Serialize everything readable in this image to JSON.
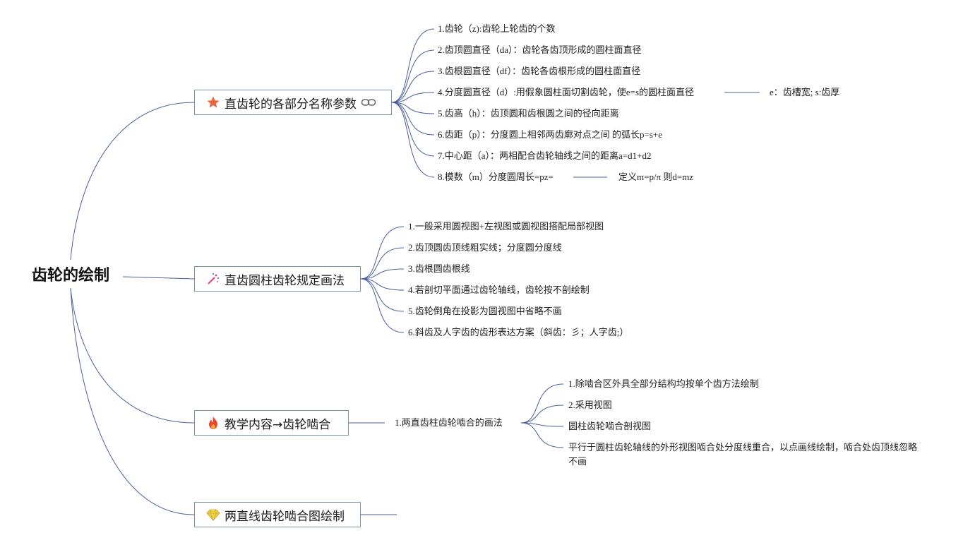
{
  "root": {
    "label": "齿轮的绘制"
  },
  "branches": [
    {
      "label": "直齿轮的各部分名称参数",
      "icon": "star-icon",
      "has_link": true,
      "leaves": [
        "1.齿轮（z):齿轮上轮齿的个数",
        "2.齿顶圆直径（da）：齿轮各齿顶形成的圆柱面直径",
        "3.齿根圆直径（df）：齿轮各齿根形成的圆柱面直径",
        "4.分度圆直径（d）:用假象圆柱面切割齿轮，使e=s的圆柱面直径",
        "5.齿高（h）：齿顶圆和齿根圆之间的径向距离",
        "6.齿距（p）：分度圆上相邻两齿廓对点之间 的弧长p=s+e",
        "7.中心距（a）：两相配合齿轮轴线之间的距离a=d1+d2",
        "8.模数（m）分度圆周长=pz="
      ],
      "extras": [
        {
          "leaf_index": 3,
          "text": "e：齿槽宽; s:齿厚"
        },
        {
          "leaf_index": 7,
          "text": "定义m=p/π 则d=mz"
        }
      ]
    },
    {
      "label": "直齿圆柱齿轮规定画法",
      "icon": "magic-wand-icon",
      "has_link": false,
      "leaves": [
        "1.一般采用圆视图+左视图或圆视图搭配局部视图",
        "2.齿顶圆齿顶线粗实线；分度圆分度线",
        "3.齿根圆齿根线",
        "4.若剖切平面通过齿轮轴线，齿轮按不剖绘制",
        "5.齿轮倒角在投影为圆视图中省略不画",
        "6.斜齿及人字齿的齿形表达方案（斜齿：彡；人字齿;）"
      ]
    },
    {
      "label": "教学内容→齿轮啮合",
      "icon": "fire-icon",
      "has_link": false,
      "sub": {
        "label": "1.两直齿柱齿轮啮合的画法",
        "leaves": [
          "1.除啮合区外具全部分结构均按单个齿方法绘制",
          "2.采用视图",
          "圆柱齿轮啮合剖视图",
          "平行于圆柱齿轮轴线的外形视图啮合处分度线重合，以点画线绘制，啮合处齿顶线忽略不画"
        ]
      }
    },
    {
      "label": "两直线齿轮啮合图绘制",
      "icon": "diamond-icon",
      "has_link": false
    }
  ],
  "colors": {
    "line": "#4a5f9e",
    "box_border": "#7d95a1",
    "star": "#e8673c",
    "wand": "#e0457b",
    "fire": "#e8452c",
    "diamond": "#f3d34a"
  }
}
